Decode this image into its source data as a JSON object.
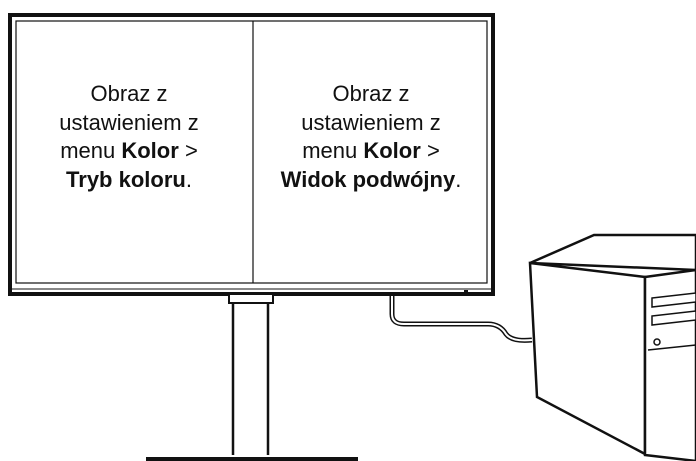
{
  "left_pane": {
    "line1": "Obraz z",
    "line2": "ustawieniem z",
    "menu_word": "menu",
    "menu_name": "Kolor",
    "separator": ">",
    "option": "Tryb koloru",
    "end": "."
  },
  "right_pane": {
    "line1": "Obraz z",
    "line2": "ustawieniem z",
    "menu_word": "menu",
    "menu_name": "Kolor",
    "separator": ">",
    "option": "Widok podwójny",
    "end": "."
  },
  "colors": {
    "line": "#111111",
    "background": "#ffffff"
  }
}
